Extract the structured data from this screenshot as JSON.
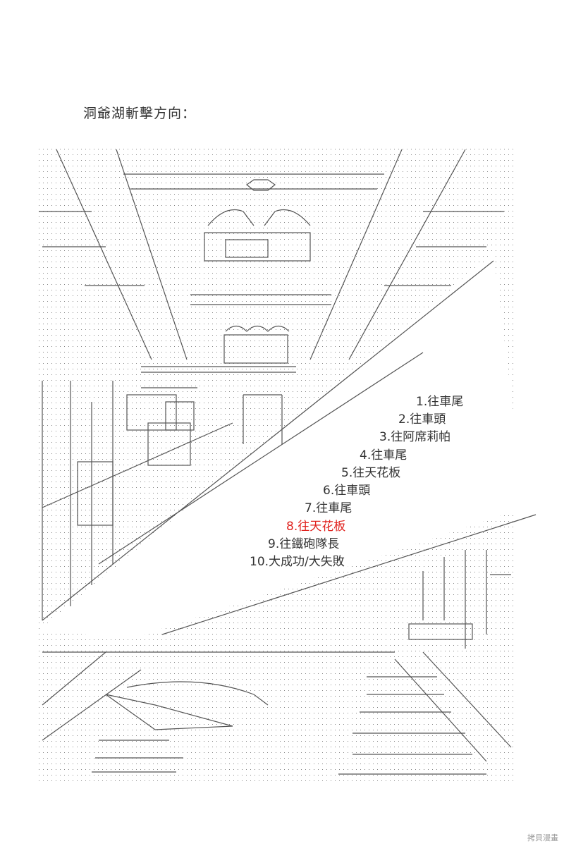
{
  "title": "洞爺湖斬擊方向：",
  "options": [
    {
      "label": "1.往車尾",
      "highlight": false
    },
    {
      "label": "2.往車頭",
      "highlight": false
    },
    {
      "label": "3.往阿席莉帕",
      "highlight": false
    },
    {
      "label": "4.往車尾",
      "highlight": false
    },
    {
      "label": "5.往天花板",
      "highlight": false
    },
    {
      "label": "6.往車頭",
      "highlight": false
    },
    {
      "label": "7.往車尾",
      "highlight": false
    },
    {
      "label": "8.往天花板",
      "highlight": true
    },
    {
      "label": "9.往鐵砲隊長",
      "highlight": false
    },
    {
      "label": "10.大成功/大失敗",
      "highlight": false
    }
  ],
  "watermark": "拷貝漫畫",
  "colors": {
    "text": "#333333",
    "highlight": "#e0201c",
    "art": "#555555"
  }
}
